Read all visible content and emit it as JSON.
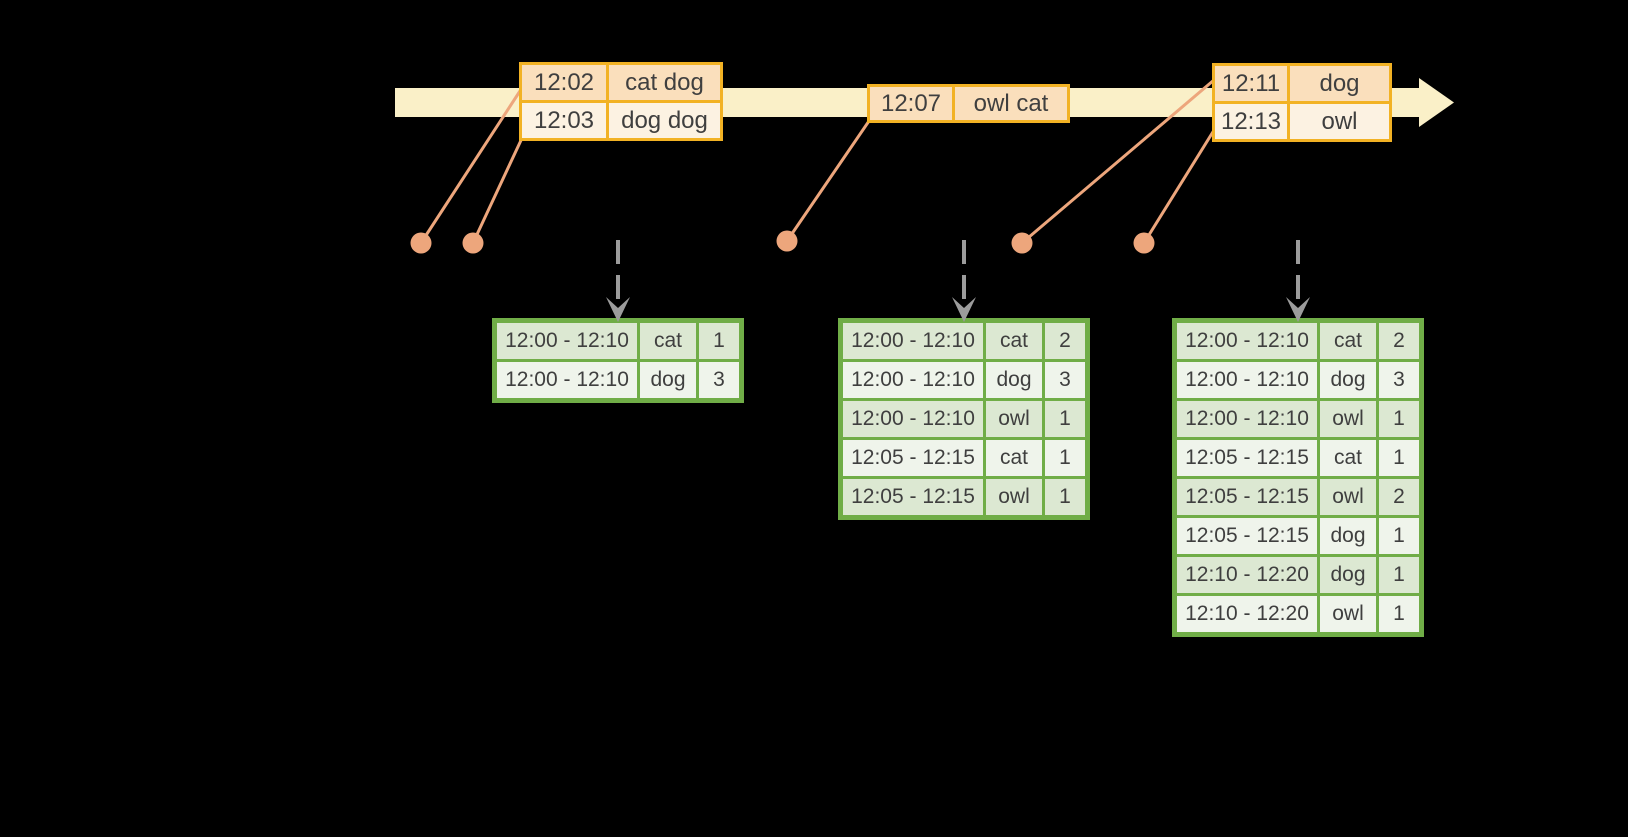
{
  "colors": {
    "background": "#000000",
    "text": "#3f3f3f",
    "timeline_band": "#faf0c8",
    "event_table_border": "#f2b224",
    "event_row_dark": "#fadfbc",
    "event_row_light": "#fcf2e2",
    "event_dot": "#eda67c",
    "connector_line": "#eda67c",
    "trigger_arrow": "#9c9c9c",
    "result_table_border": "#70ad47",
    "result_row_dark": "#dce8d2",
    "result_row_light": "#eff4eb"
  },
  "timeline": {
    "event_tables": [
      {
        "rows": [
          {
            "time": "12:02",
            "words": "cat dog"
          },
          {
            "time": "12:03",
            "words": "dog dog"
          }
        ]
      },
      {
        "rows": [
          {
            "time": "12:07",
            "words": "owl cat"
          }
        ]
      },
      {
        "rows": [
          {
            "time": "12:11",
            "words": "dog"
          },
          {
            "time": "12:13",
            "words": "owl"
          }
        ]
      }
    ]
  },
  "result_tables": [
    {
      "rows": [
        {
          "window": "12:00 - 12:10",
          "word": "cat",
          "count": "1"
        },
        {
          "window": "12:00 - 12:10",
          "word": "dog",
          "count": "3"
        }
      ]
    },
    {
      "rows": [
        {
          "window": "12:00 - 12:10",
          "word": "cat",
          "count": "2"
        },
        {
          "window": "12:00 - 12:10",
          "word": "dog",
          "count": "3"
        },
        {
          "window": "12:00 - 12:10",
          "word": "owl",
          "count": "1"
        },
        {
          "window": "12:05 - 12:15",
          "word": "cat",
          "count": "1"
        },
        {
          "window": "12:05 - 12:15",
          "word": "owl",
          "count": "1"
        }
      ]
    },
    {
      "rows": [
        {
          "window": "12:00 - 12:10",
          "word": "cat",
          "count": "2"
        },
        {
          "window": "12:00 - 12:10",
          "word": "dog",
          "count": "3"
        },
        {
          "window": "12:00 - 12:10",
          "word": "owl",
          "count": "1"
        },
        {
          "window": "12:05 - 12:15",
          "word": "cat",
          "count": "1"
        },
        {
          "window": "12:05 - 12:15",
          "word": "owl",
          "count": "2"
        },
        {
          "window": "12:05 - 12:15",
          "word": "dog",
          "count": "1"
        },
        {
          "window": "12:10 - 12:20",
          "word": "dog",
          "count": "1"
        },
        {
          "window": "12:10 - 12:20",
          "word": "owl",
          "count": "1"
        }
      ]
    }
  ]
}
